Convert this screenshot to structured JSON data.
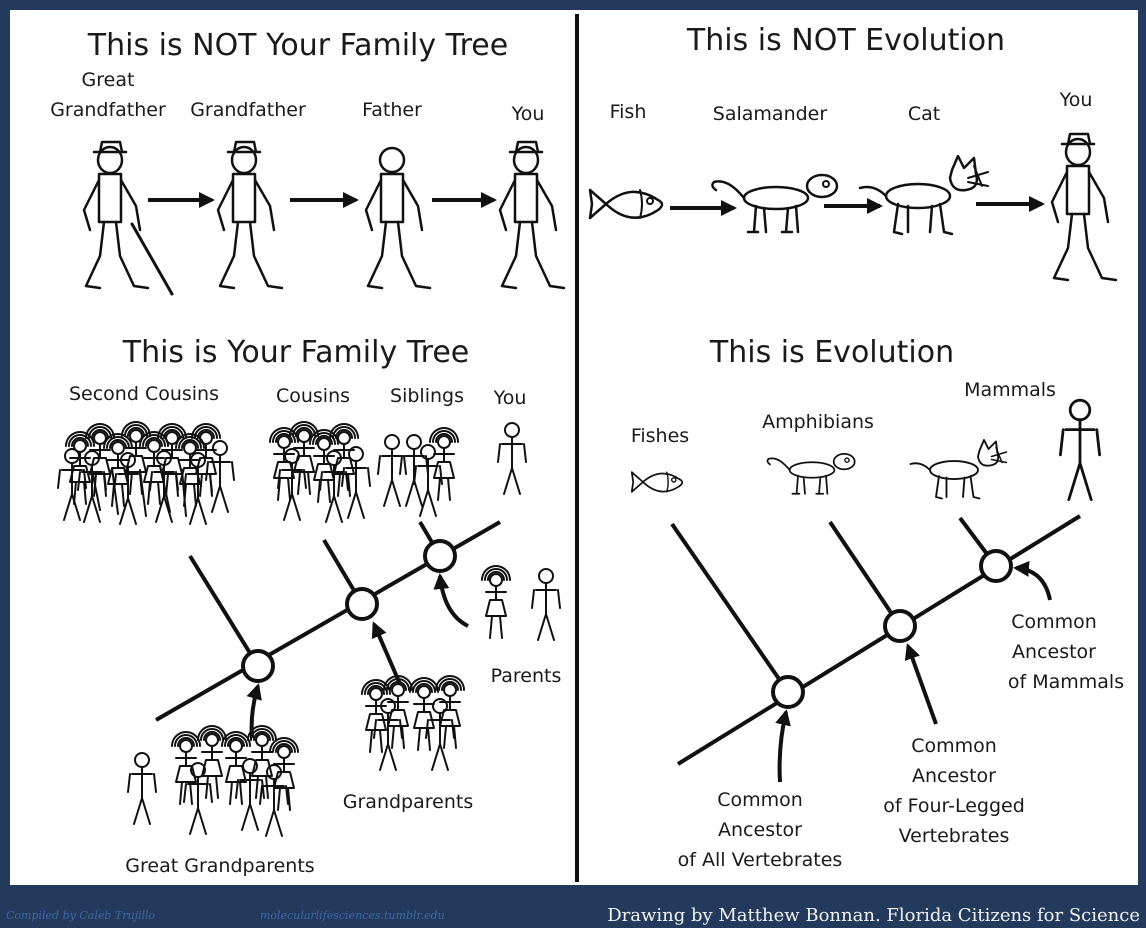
{
  "top_left": {
    "title": "This is NOT Your Family Tree",
    "labels": {
      "great": "Great",
      "great_grandfather": "Grandfather",
      "grandfather": "Grandfather",
      "father": "Father",
      "you": "You"
    }
  },
  "top_right": {
    "title": "This is NOT Evolution",
    "labels": {
      "fish": "Fish",
      "salamander": "Salamander",
      "cat": "Cat",
      "you": "You"
    }
  },
  "bottom_left": {
    "title": "This is Your Family Tree",
    "labels": {
      "second_cousins": "Second Cousins",
      "cousins": "Cousins",
      "siblings": "Siblings",
      "you": "You",
      "parents": "Parents",
      "grandparents": "Grandparents",
      "great_grandparents": "Great Grandparents"
    }
  },
  "bottom_right": {
    "title": "This is Evolution",
    "labels": {
      "fishes": "Fishes",
      "amphibians": "Amphibians",
      "mammals": "Mammals",
      "anc_mammals": [
        "Common",
        "Ancestor",
        "of Mammals"
      ],
      "anc_four": [
        "Common",
        "Ancestor",
        "of Four-Legged",
        "Vertebrates"
      ],
      "anc_all": [
        "Common",
        "Ancestor",
        "of All Vertebrates"
      ]
    }
  },
  "footer": {
    "left_credit": "Compiled by Caleb Trujillo",
    "middle_credit": "molecularlifesciences.tumblr.edu",
    "right_credit": "Drawing by Matthew Bonnan. Florida Citizens for Science"
  },
  "colors": {
    "frame": "#243a5c",
    "panel": "#ffffff",
    "ink": "#111111",
    "footer_text": "#f2f2f2",
    "footer_dim": "#3d6aa8"
  }
}
